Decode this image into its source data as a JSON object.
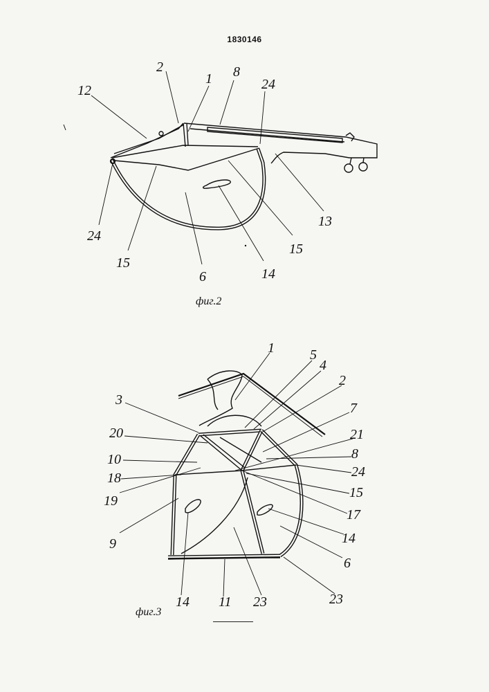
{
  "patent_number": "1830146",
  "figure2": {
    "caption": "фиг.2",
    "labels": [
      "2",
      "1",
      "8",
      "24",
      "12",
      "24",
      "15",
      "6",
      "14",
      "15",
      "13"
    ]
  },
  "figure3": {
    "caption": "фиг.3",
    "labels": [
      "1",
      "5",
      "4",
      "2",
      "7",
      "3",
      "20",
      "21",
      "10",
      "8",
      "18",
      "24",
      "19",
      "15",
      "17",
      "9",
      "14",
      "6",
      "14",
      "11",
      "23",
      "23"
    ]
  }
}
